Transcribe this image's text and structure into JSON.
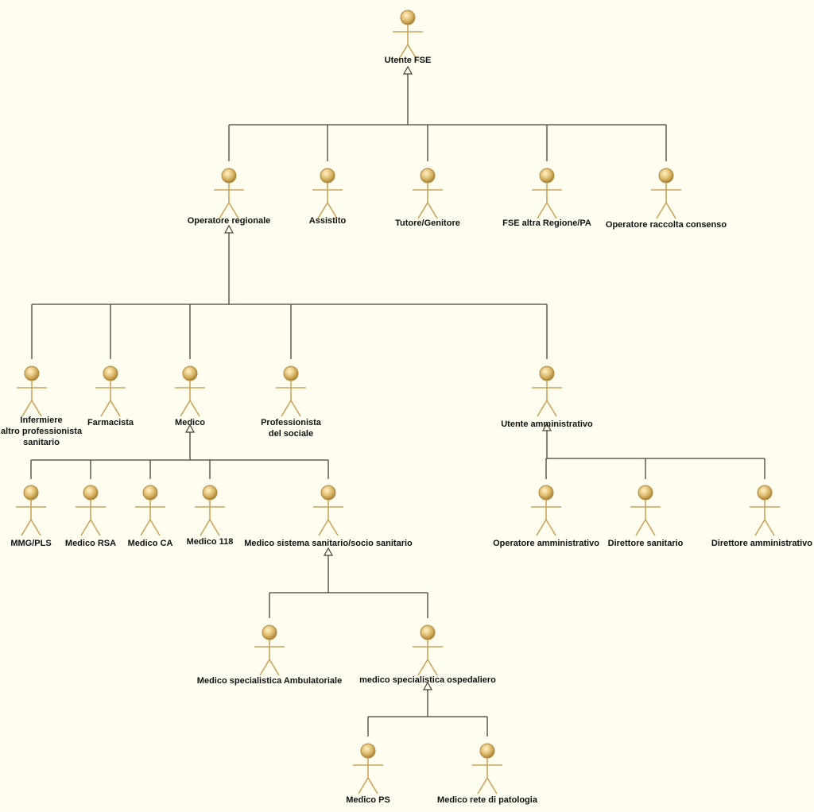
{
  "diagram": {
    "type": "uml-actor-generalization",
    "colors": {
      "background": "#fffdf0",
      "actor_stroke": "#c9a55a",
      "actor_head": "#dcb868",
      "line": "#4a4030",
      "text": "#111111"
    },
    "actors": {
      "utente_fse": "Utente FSE",
      "operatore_regionale": "Operatore regionale",
      "assistito": "Assistito",
      "tutore_genitore": "Tutore/Genitore",
      "fse_altra_regione": "FSE altra Regione/PA",
      "operatore_raccolta_consenso": "Operatore raccolta consenso",
      "infermiere": "Infermiere\naltro professionista\nsanitario",
      "farmacista": "Farmacista",
      "medico": "Medico",
      "professionista_sociale": "Professionista\ndel sociale",
      "utente_amministrativo": "Utente amministrativo",
      "mmg_pls": "MMG/PLS",
      "medico_rsa": "Medico RSA",
      "medico_ca": "Medico CA",
      "medico_118": "Medico 118",
      "medico_sistema_sanitario": "Medico sistema sanitario/socio sanitario",
      "operatore_amministrativo": "Operatore amministrativo",
      "direttore_sanitario": "Direttore sanitario",
      "direttore_amministrativo": "Direttore amministrativo",
      "medico_spec_ambulatoriale": "Medico specialistica Ambulatoriale",
      "medico_spec_ospedaliero": "medico specialistica ospedaliero",
      "medico_ps": "Medico PS",
      "medico_rete_patologia": "Medico rete di patologia"
    }
  }
}
